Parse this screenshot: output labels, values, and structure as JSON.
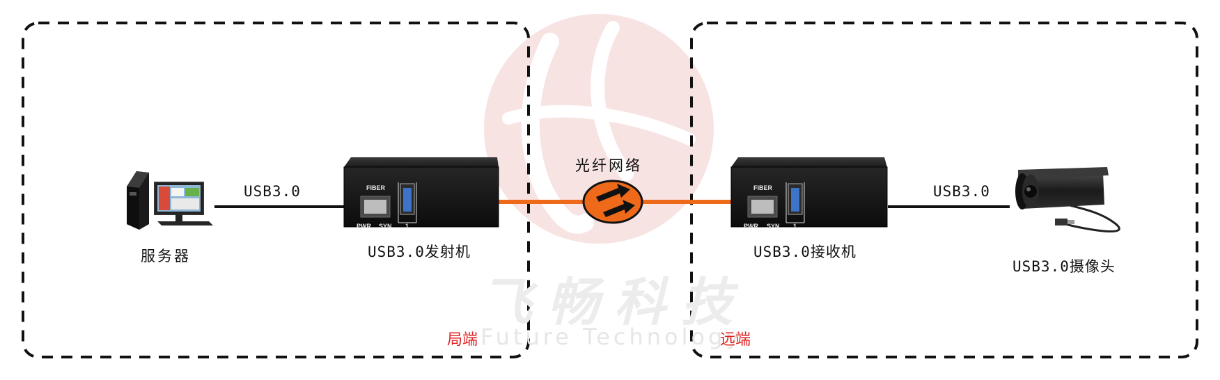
{
  "watermark": {
    "title": "飞畅科技",
    "subtitle": "Future Technology"
  },
  "network_label": "光纤网络",
  "zones": {
    "local": {
      "label": "局端",
      "color": "#e02020"
    },
    "remote": {
      "label": "远端",
      "color": "#e02020"
    }
  },
  "devices": {
    "server": {
      "label": "服务器",
      "icon": "server-pc-icon"
    },
    "transmitter": {
      "label": "USB3.0发射机",
      "icon": "fiber-converter-icon"
    },
    "receiver": {
      "label": "USB3.0接收机",
      "icon": "fiber-converter-icon"
    },
    "camera": {
      "label": "USB3.0摄像头",
      "icon": "usb-camera-icon"
    }
  },
  "converter_panel": {
    "fiber": "FIBER",
    "pwr": "PWR",
    "syn": "SYN",
    "port": "1"
  },
  "links": {
    "left_cable": "USB3.0",
    "right_cable": "USB3.0"
  },
  "colors": {
    "fiber": "#ee6a1a",
    "cable": "#111111",
    "watermark_logo": "#f6dcdc"
  }
}
